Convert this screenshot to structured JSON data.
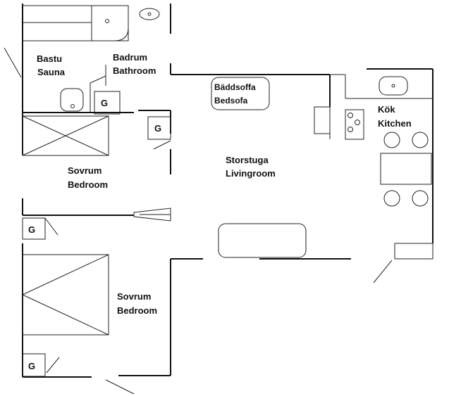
{
  "rooms": {
    "sauna": {
      "line1": "Bastu",
      "line2": "Sauna"
    },
    "bathroom": {
      "line1": "Badrum",
      "line2": "Bathroom"
    },
    "bedsofa": {
      "line1": "Bäddsoffa",
      "line2": "Bedsofa"
    },
    "kitchen": {
      "line1": "Kök",
      "line2": "Kitchen"
    },
    "livingroom": {
      "line1": "Storstuga",
      "line2": "Livingroom"
    },
    "bedroom1": {
      "line1": "Sovrum",
      "line2": "Bedroom"
    },
    "bedroom2": {
      "line1": "Sovrum",
      "line2": "Bedroom"
    }
  },
  "closet_label": "G"
}
